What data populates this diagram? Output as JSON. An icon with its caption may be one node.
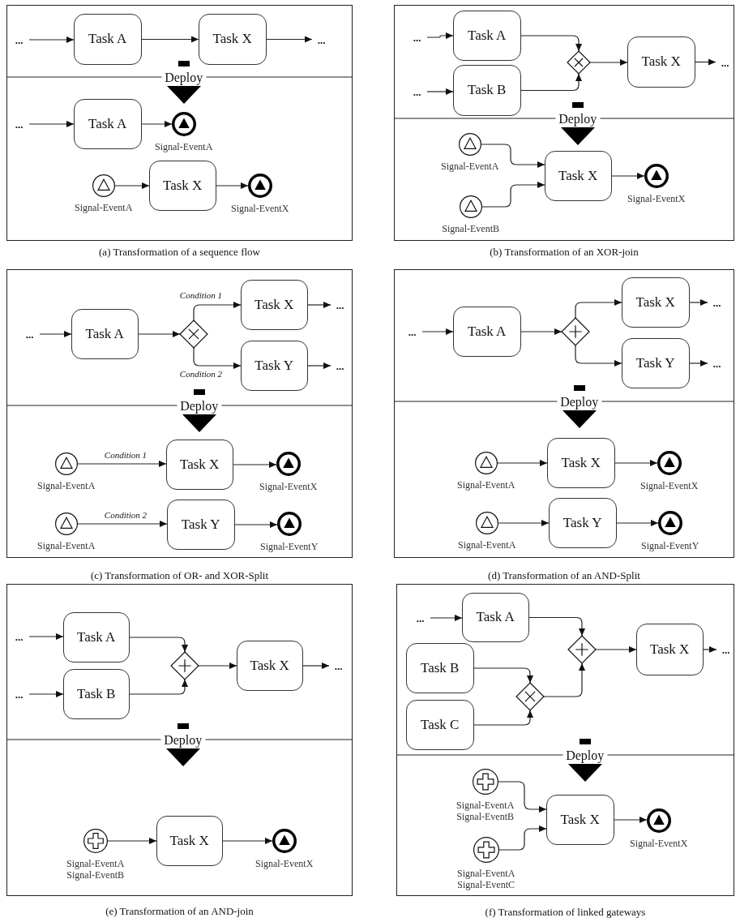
{
  "diagram": {
    "nodes": [
      {
        "text": [],
        "shape": "box",
        "beside": [
          "(a) Transformation of a sequence flow"
        ]
      },
      {
        "text": [
          "..."
        ],
        "in": 0
      },
      {
        "text": [
          "Task A"
        ],
        "in": 0
      },
      {
        "text": [
          "Task X"
        ],
        "in": 0
      },
      {
        "text": [
          "..."
        ],
        "in": 0
      },
      {
        "text": [
          "..."
        ],
        "in": 0
      },
      {
        "text": [
          "Task A"
        ],
        "in": 0
      },
      {
        "text": [],
        "shape": "circle",
        "beside": [
          "Signal-EventA"
        ],
        "in": 0
      },
      {
        "text": [],
        "shape": "circle",
        "beside": [
          "Signal-EventA"
        ],
        "in": 0
      },
      {
        "text": [
          "Task X"
        ],
        "in": 0
      },
      {
        "text": [],
        "shape": "circle",
        "beside": [
          "Signal-EventX"
        ],
        "in": 0
      },
      {
        "text": [],
        "shape": "box",
        "beside": [
          "(b) Transformation of an XOR-join"
        ]
      },
      {
        "text": [
          "..."
        ],
        "in": 11
      },
      {
        "text": [
          "Task A"
        ],
        "in": 11
      },
      {
        "text": [
          "..."
        ],
        "in": 11
      },
      {
        "text": [
          "Task B"
        ],
        "in": 11
      },
      {
        "text": [],
        "shape": "diamond",
        "in": 11
      },
      {
        "text": [
          "Task X"
        ],
        "in": 11
      },
      {
        "text": [
          "..."
        ],
        "in": 11
      },
      {
        "text": [],
        "shape": "circle",
        "beside": [
          "Signal-EventA"
        ],
        "in": 11
      },
      {
        "text": [
          "Task X"
        ],
        "in": 11
      },
      {
        "text": [],
        "shape": "circle",
        "beside": [
          "Signal-EventX"
        ],
        "in": 11
      },
      {
        "text": [],
        "shape": "circle",
        "beside": [
          "Signal-EventB"
        ],
        "in": 11
      },
      {
        "text": [],
        "shape": "box",
        "beside": [
          "(c) Transformation of OR- and XOR-Split"
        ]
      },
      {
        "text": [
          "..."
        ],
        "in": 23
      },
      {
        "text": [
          "Task A"
        ],
        "in": 23
      },
      {
        "text": [],
        "shape": "diamond",
        "in": 23
      },
      {
        "text": [
          "Task X"
        ],
        "in": 23
      },
      {
        "text": [
          "..."
        ],
        "in": 23
      },
      {
        "text": [
          "Task Y"
        ],
        "in": 23
      },
      {
        "text": [
          "..."
        ],
        "in": 23
      },
      {
        "text": [],
        "shape": "circle",
        "beside": [
          "Signal-EventA"
        ],
        "in": 23
      },
      {
        "text": [
          "Task X"
        ],
        "in": 23
      },
      {
        "text": [],
        "shape": "circle",
        "beside": [
          "Signal-EventX"
        ],
        "in": 23
      },
      {
        "text": [],
        "shape": "circle",
        "beside": [
          "Signal-EventA"
        ],
        "in": 23
      },
      {
        "text": [
          "Task Y"
        ],
        "in": 23
      },
      {
        "text": [],
        "shape": "circle",
        "beside": [
          "Signal-EventY"
        ],
        "in": 23
      },
      {
        "text": [],
        "shape": "box",
        "beside": [
          "(d) Transformation of an AND-Split"
        ]
      },
      {
        "text": [
          "..."
        ],
        "in": 37
      },
      {
        "text": [
          "Task A"
        ],
        "in": 37
      },
      {
        "text": [],
        "shape": "diamond",
        "in": 37
      },
      {
        "text": [
          "Task X"
        ],
        "in": 37
      },
      {
        "text": [
          "..."
        ],
        "in": 37
      },
      {
        "text": [
          "Task Y"
        ],
        "in": 37
      },
      {
        "text": [
          "..."
        ],
        "in": 37
      },
      {
        "text": [],
        "shape": "circle",
        "beside": [
          "Signal-EventA"
        ],
        "in": 37
      },
      {
        "text": [
          "Task X"
        ],
        "in": 37
      },
      {
        "text": [],
        "shape": "circle",
        "beside": [
          "Signal-EventX"
        ],
        "in": 37
      },
      {
        "text": [],
        "shape": "circle",
        "beside": [
          "Signal-EventA"
        ],
        "in": 37
      },
      {
        "text": [
          "Task Y"
        ],
        "in": 37
      },
      {
        "text": [],
        "shape": "circle",
        "beside": [
          "Signal-EventY"
        ],
        "in": 37
      },
      {
        "text": [],
        "shape": "box",
        "beside": [
          "(e) Transformation of an AND-join"
        ]
      },
      {
        "text": [
          "..."
        ],
        "in": 51
      },
      {
        "text": [
          "Task A"
        ],
        "in": 51
      },
      {
        "text": [
          "..."
        ],
        "in": 51
      },
      {
        "text": [
          "Task B"
        ],
        "in": 51
      },
      {
        "text": [],
        "shape": "diamond",
        "in": 51
      },
      {
        "text": [
          "Task X"
        ],
        "in": 51
      },
      {
        "text": [
          "..."
        ],
        "in": 51
      },
      {
        "text": [],
        "shape": "circle",
        "beside": [
          "Signal-EventA",
          "Signal-EventB"
        ],
        "in": 51
      },
      {
        "text": [
          "Task X"
        ],
        "in": 51
      },
      {
        "text": [],
        "shape": "circle",
        "beside": [
          "Signal-EventX"
        ],
        "in": 51
      },
      {
        "text": [],
        "shape": "box",
        "beside": [
          "(f) Transformation of linked gateways"
        ]
      },
      {
        "text": [
          "..."
        ],
        "in": 62
      },
      {
        "text": [
          "Task A"
        ],
        "in": 62
      },
      {
        "text": [],
        "shape": "diamond",
        "in": 62
      },
      {
        "text": [
          "Task X"
        ],
        "in": 62
      },
      {
        "text": [
          "..."
        ],
        "in": 62
      },
      {
        "text": [
          "Task B"
        ],
        "in": 62
      },
      {
        "text": [],
        "shape": "diamond",
        "in": 62
      },
      {
        "text": [
          "Task C"
        ],
        "in": 62
      },
      {
        "text": [],
        "shape": "circle",
        "beside": [
          "Signal-EventA",
          "Signal-EventB"
        ],
        "in": 62
      },
      {
        "text": [
          "Task X"
        ],
        "in": 62
      },
      {
        "text": [],
        "shape": "circle",
        "beside": [
          "Signal-EventX"
        ],
        "in": 62
      },
      {
        "text": [],
        "shape": "circle",
        "beside": [
          "Signal-EventA",
          "Signal-EventC"
        ],
        "in": 62
      },
      {
        "text": [
          "Deploy"
        ],
        "in": 0
      },
      {
        "text": [
          "Deploy"
        ],
        "in": 11
      },
      {
        "text": [
          "Deploy"
        ],
        "in": 23
      },
      {
        "text": [
          "Deploy"
        ],
        "in": 37
      },
      {
        "text": [
          "Deploy"
        ],
        "in": 51
      },
      {
        "text": [
          "Deploy"
        ],
        "in": 62
      }
    ],
    "edges": [
      {
        "from": 1,
        "to": 2,
        "arrow": "to"
      },
      {
        "from": 2,
        "to": 3,
        "arrow": "to"
      },
      {
        "from": 3,
        "to": 4,
        "arrow": "to"
      },
      {
        "from": 5,
        "to": 6,
        "arrow": "to"
      },
      {
        "from": 6,
        "to": 7,
        "arrow": "to"
      },
      {
        "from": 8,
        "to": 9,
        "arrow": "to"
      },
      {
        "from": 9,
        "to": 10,
        "arrow": "to"
      },
      {
        "from": 12,
        "to": 13,
        "arrow": "to"
      },
      {
        "from": 14,
        "to": 15,
        "arrow": "to"
      },
      {
        "from": 13,
        "to": 16,
        "arrow": "to"
      },
      {
        "from": 15,
        "to": 16,
        "arrow": "to"
      },
      {
        "from": 16,
        "to": 17,
        "arrow": "to"
      },
      {
        "from": 17,
        "to": 18,
        "arrow": "to"
      },
      {
        "from": 19,
        "to": 20,
        "arrow": "to"
      },
      {
        "from": 22,
        "to": 20,
        "arrow": "to"
      },
      {
        "from": 20,
        "to": 21,
        "arrow": "to"
      },
      {
        "from": 24,
        "to": 25,
        "arrow": "to"
      },
      {
        "from": 25,
        "to": 26,
        "arrow": "to"
      },
      {
        "from": 26,
        "to": 27,
        "arrow": "to",
        "label": "Condition 1"
      },
      {
        "from": 27,
        "to": 28,
        "arrow": "to"
      },
      {
        "from": 26,
        "to": 29,
        "arrow": "to",
        "label": "Condition 2"
      },
      {
        "from": 29,
        "to": 30,
        "arrow": "to"
      },
      {
        "from": 31,
        "to": 32,
        "arrow": "to",
        "label": "Condition 1"
      },
      {
        "from": 32,
        "to": 33,
        "arrow": "to"
      },
      {
        "from": 34,
        "to": 35,
        "arrow": "to",
        "label": "Condition 2"
      },
      {
        "from": 35,
        "to": 36,
        "arrow": "to"
      },
      {
        "from": 38,
        "to": 39,
        "arrow": "to"
      },
      {
        "from": 39,
        "to": 40,
        "arrow": "to"
      },
      {
        "from": 40,
        "to": 41,
        "arrow": "to"
      },
      {
        "from": 41,
        "to": 42,
        "arrow": "to"
      },
      {
        "from": 40,
        "to": 43,
        "arrow": "to"
      },
      {
        "from": 43,
        "to": 44,
        "arrow": "to"
      },
      {
        "from": 45,
        "to": 46,
        "arrow": "to"
      },
      {
        "from": 46,
        "to": 47,
        "arrow": "to"
      },
      {
        "from": 48,
        "to": 49,
        "arrow": "to"
      },
      {
        "from": 49,
        "to": 50,
        "arrow": "to"
      },
      {
        "from": 52,
        "to": 53,
        "arrow": "to"
      },
      {
        "from": 54,
        "to": 55,
        "arrow": "to"
      },
      {
        "from": 53,
        "to": 56,
        "arrow": "to"
      },
      {
        "from": 55,
        "to": 56,
        "arrow": "to"
      },
      {
        "from": 56,
        "to": 57,
        "arrow": "to"
      },
      {
        "from": 57,
        "to": 58,
        "arrow": "to"
      },
      {
        "from": 59,
        "to": 60,
        "arrow": "to"
      },
      {
        "from": 60,
        "to": 61,
        "arrow": "to"
      },
      {
        "from": 63,
        "to": 64,
        "arrow": "to"
      },
      {
        "from": 64,
        "to": 65,
        "arrow": "to"
      },
      {
        "from": 68,
        "to": 69,
        "arrow": "to"
      },
      {
        "from": 70,
        "to": 69,
        "arrow": "to"
      },
      {
        "from": 69,
        "to": 65,
        "arrow": "to"
      },
      {
        "from": 65,
        "to": 66,
        "arrow": "to"
      },
      {
        "from": 66,
        "to": 67,
        "arrow": "to"
      },
      {
        "from": 71,
        "to": 72,
        "arrow": "to"
      },
      {
        "from": 74,
        "to": 72,
        "arrow": "to"
      },
      {
        "from": 72,
        "to": 73,
        "arrow": "to"
      }
    ]
  }
}
